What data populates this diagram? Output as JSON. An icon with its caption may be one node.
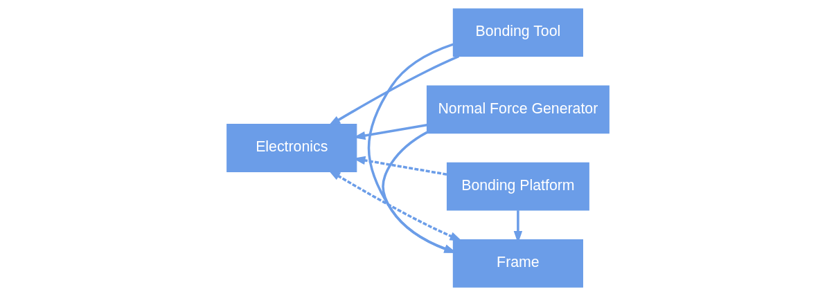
{
  "diagram": {
    "nodes": [
      {
        "text": [
          "Bonding Tool"
        ]
      },
      {
        "text": [
          "Electronics"
        ]
      },
      {
        "text": [
          "Normal Force Generator"
        ]
      },
      {
        "text": [
          "Frame"
        ]
      },
      {
        "text": [
          "Bonding Platform"
        ]
      }
    ],
    "edges": [
      {
        "from": 0,
        "to": 1,
        "arrow": "to"
      },
      {
        "from": 2,
        "to": 1,
        "arrow": "to"
      },
      {
        "from": 4,
        "to": 1,
        "arrow": "to",
        "style": "dashed"
      },
      {
        "from": 0,
        "to": 3,
        "arrow": "to"
      },
      {
        "from": 2,
        "to": 3,
        "arrow": "to"
      },
      {
        "from": 4,
        "to": 3,
        "arrow": "to"
      },
      {
        "from": 1,
        "to": 3,
        "arrow": "both",
        "style": "dashed"
      }
    ]
  }
}
